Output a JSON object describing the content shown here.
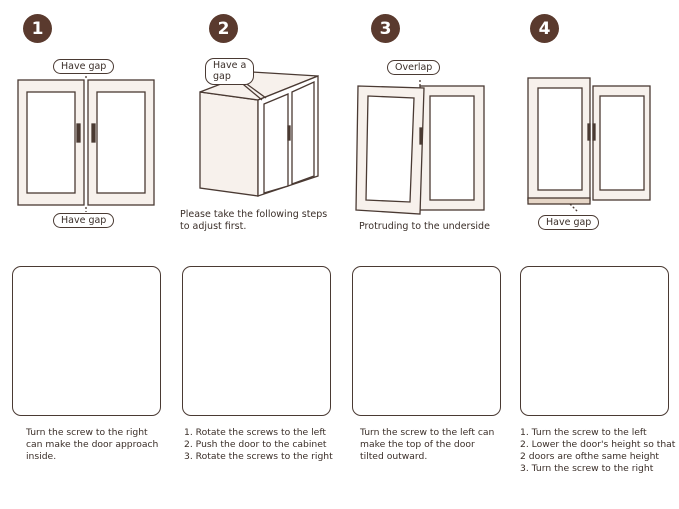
{
  "steps": [
    {
      "number": "1",
      "bubble_top": "Have gap",
      "bubble_bottom": "Have gap"
    },
    {
      "number": "2",
      "bubble": "Have a\ngap",
      "note_line1": "Please take the following steps",
      "note_line2": "to adjust first."
    },
    {
      "number": "3",
      "bubble": "Overlap",
      "note": "Protruding to the underside"
    },
    {
      "number": "4",
      "bubble": "Have gap"
    }
  ],
  "captions": [
    {
      "lines": [
        "Turn the screw to the right",
        "can make the door approach",
        "inside."
      ]
    },
    {
      "lines": [
        "1. Rotate the screws to the left",
        "2. Push the door to the cabinet",
        "3. Rotate the screws to the right"
      ]
    },
    {
      "lines": [
        "Turn the screw to the left can",
        "make the top of the door",
        "tilted outward."
      ]
    },
    {
      "lines": [
        "1. Turn the screw to the left",
        "2. Lower the door's height so that",
        "2 doors are ofthe same height",
        "3. Turn the screw to the right"
      ]
    }
  ],
  "colors": {
    "badge": "#5a3a2e",
    "line": "#4a3a33",
    "glass": "#ffffff",
    "frame": "#f4ede7"
  }
}
